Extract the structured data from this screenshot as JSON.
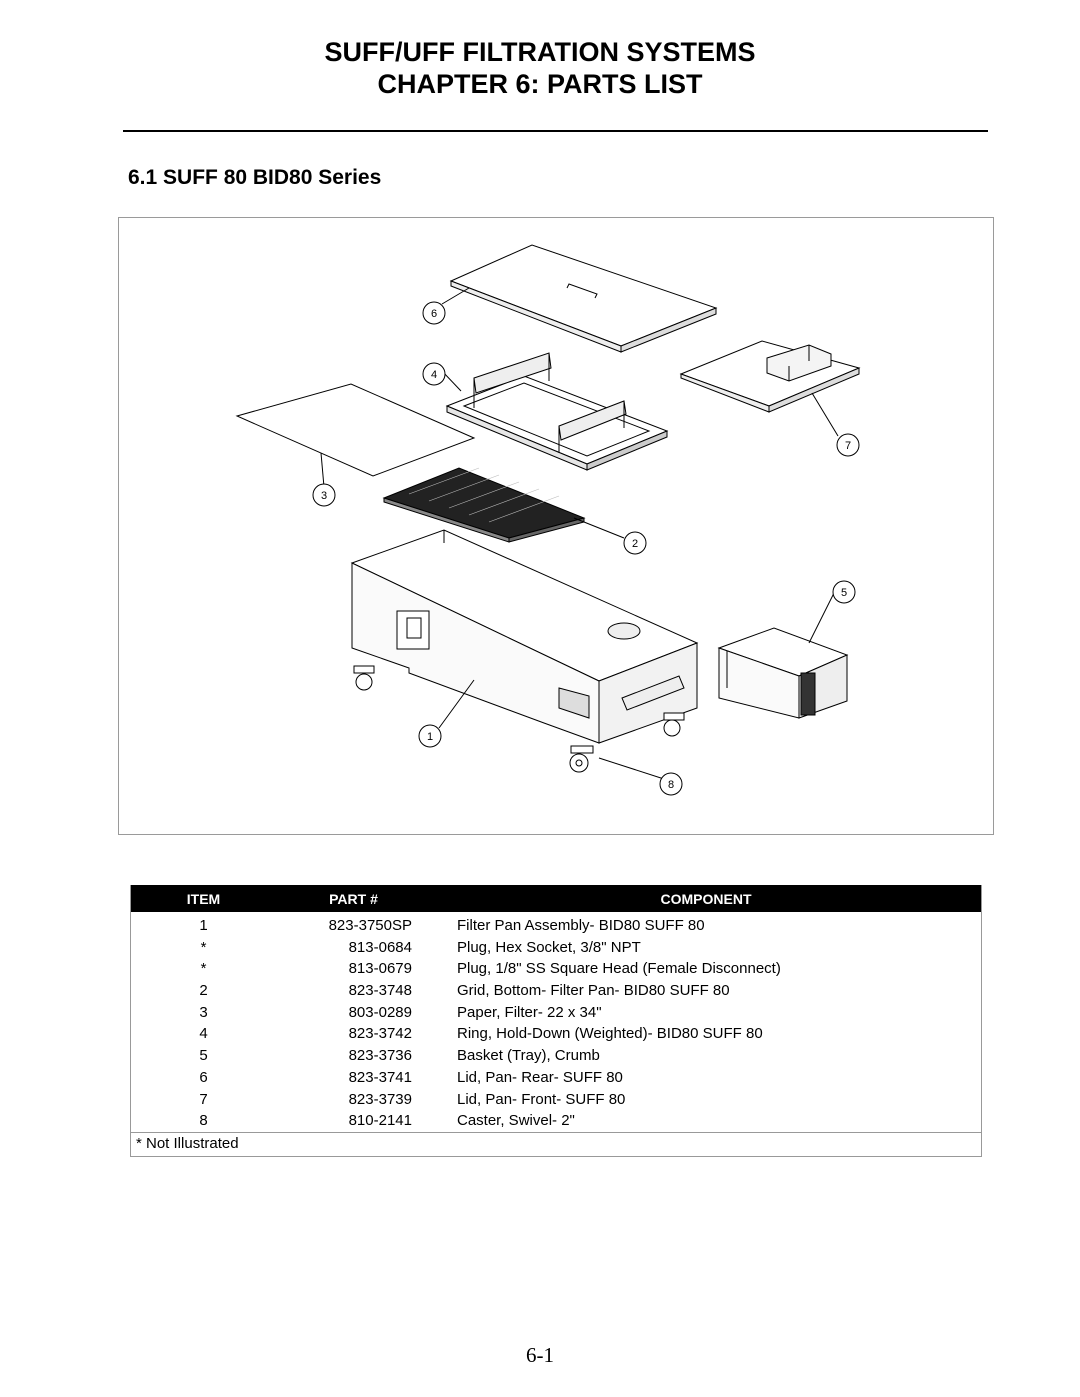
{
  "header": {
    "line1": "SUFF/UFF FILTRATION SYSTEMS",
    "line2": "CHAPTER 6:  PARTS LIST"
  },
  "section_title": "6.1  SUFF 80 BID80 Series",
  "figure": {
    "callouts": [
      "6",
      "4",
      "7",
      "3",
      "2",
      "5",
      "1",
      "8"
    ]
  },
  "table": {
    "headers": {
      "item": "ITEM",
      "part": "PART #",
      "component": "COMPONENT"
    },
    "rows": [
      {
        "item": "1",
        "part": "823-3750SP",
        "component": "Filter Pan Assembly- BID80 SUFF 80"
      },
      {
        "item": "*",
        "part": "813-0684",
        "component": "Plug, Hex Socket, 3/8\" NPT"
      },
      {
        "item": "*",
        "part": "813-0679",
        "component": "Plug, 1/8\" SS Square Head (Female Disconnect)"
      },
      {
        "item": "2",
        "part": "823-3748",
        "component": "Grid, Bottom- Filter Pan- BID80 SUFF 80"
      },
      {
        "item": "3",
        "part": "803-0289",
        "component": "Paper, Filter- 22 x 34\""
      },
      {
        "item": "4",
        "part": "823-3742",
        "component": "Ring, Hold-Down (Weighted)- BID80 SUFF 80"
      },
      {
        "item": "5",
        "part": "823-3736",
        "component": "Basket (Tray), Crumb"
      },
      {
        "item": "6",
        "part": "823-3741",
        "component": "Lid, Pan- Rear- SUFF 80"
      },
      {
        "item": "7",
        "part": "823-3739",
        "component": "Lid, Pan- Front- SUFF 80"
      },
      {
        "item": "8",
        "part": "810-2141",
        "component": "Caster, Swivel- 2\""
      }
    ],
    "footnote": "* Not Illustrated"
  },
  "page_number": "6-1"
}
